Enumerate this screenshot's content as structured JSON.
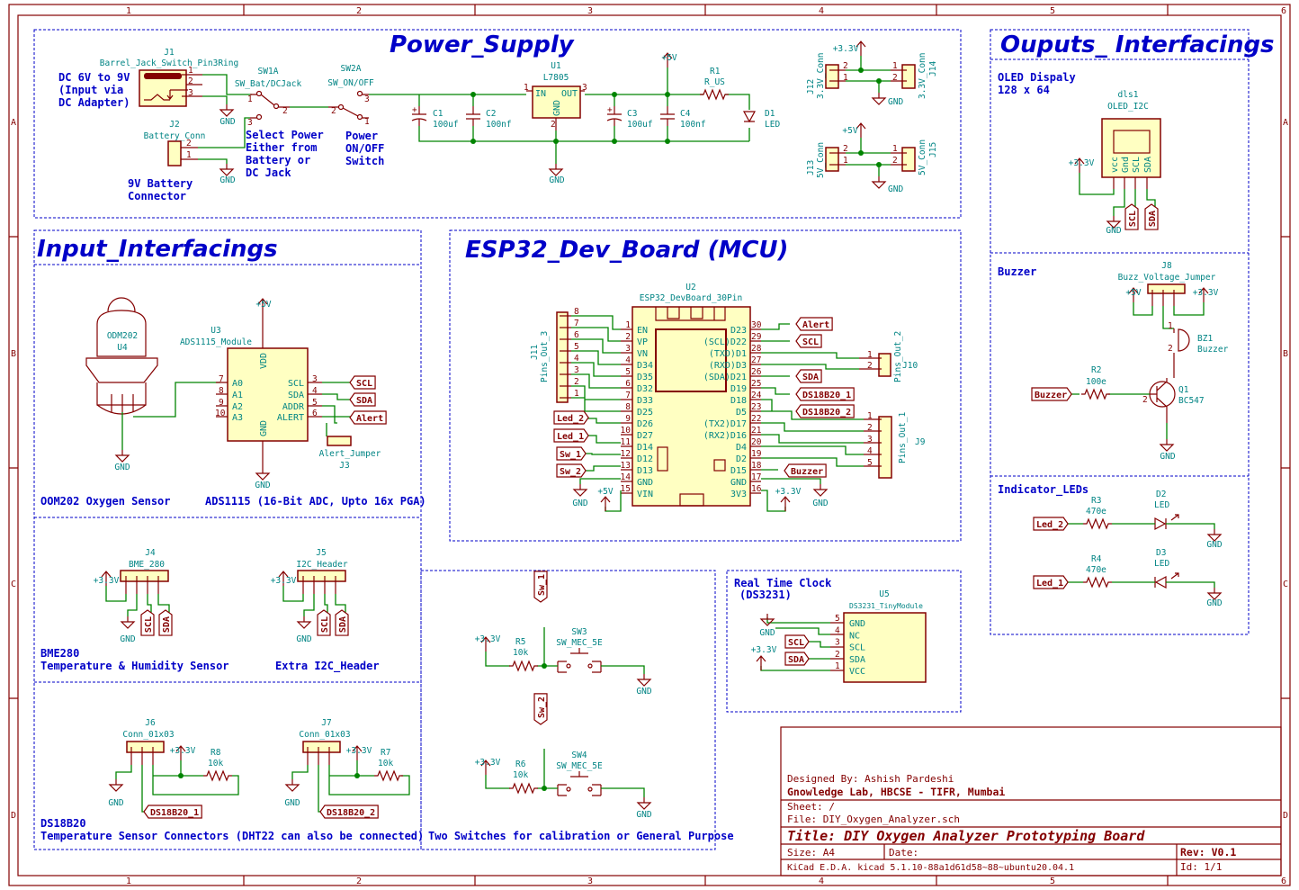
{
  "sheet": {
    "columns": [
      "1",
      "2",
      "3",
      "4",
      "5",
      "6"
    ],
    "rows": [
      "A",
      "B",
      "C",
      "D"
    ],
    "colors": {
      "frame": "#840000",
      "wire": "#008400",
      "text": "#008484",
      "note": "#0000c8",
      "body": "#ffffc2"
    }
  },
  "power": {
    "title": "Power_Supply",
    "j1_ref": "J1",
    "j1_val": "Barrel_Jack_Switch_Pin3Ring",
    "dc_note": [
      "DC 6V to 9V",
      "(Input via",
      "DC Adapter)"
    ],
    "sw1_ref": "SW1A",
    "sw1_val": "SW_Bat/DCJack",
    "sw2_ref": "SW2A",
    "sw2_val": "SW_ON/OFF",
    "j2_ref": "J2",
    "j2_val": "Battery_Conn",
    "select_note": [
      "Select Power",
      "Either from",
      "Battery or",
      "DC Jack"
    ],
    "switch_note": [
      "Power",
      "ON/OFF",
      "Switch"
    ],
    "battery_note": [
      "9V Battery",
      "Connector"
    ],
    "u1_ref": "U1",
    "u1_val": "L7805",
    "u1_in": "IN",
    "u1_out": "OUT",
    "u1_gnd": "GND",
    "c1": [
      "C1",
      "100uf"
    ],
    "c2": [
      "C2",
      "100nf"
    ],
    "c3": [
      "C3",
      "100uf"
    ],
    "c4": [
      "C4",
      "100nf"
    ],
    "r1": [
      "R1",
      "R_US"
    ],
    "d1": [
      "D1",
      "LED"
    ],
    "plus5": "+5V",
    "plus33": "+3.3V",
    "gnd": "GND",
    "j12": [
      "J12",
      "3.3V_Conn"
    ],
    "j14": [
      "J14",
      "3.3V_Conn"
    ],
    "j13": [
      "J13",
      "5V_Conn"
    ],
    "j15": [
      "J15",
      "5V_Conn"
    ]
  },
  "outputs": {
    "title": "Ouputs_ Interfacings",
    "oled_note": [
      "OLED Dispaly",
      "128 x 64"
    ],
    "oled_ref": "dls1",
    "oled_val": "OLED_I2C",
    "oled_pins": [
      "vcc",
      "Gnd",
      "SCL",
      "SDA"
    ],
    "buzzer_note": "Buzzer",
    "j8": [
      "J8",
      "Buzz_Voltage_Jumper"
    ],
    "bz1": [
      "BZ1",
      "Buzzer"
    ],
    "r2": [
      "R2",
      "100e"
    ],
    "q1": [
      "Q1",
      "BC547"
    ],
    "leds_note": "Indicator_LEDs",
    "r3": [
      "R3",
      "470e"
    ],
    "d2": [
      "D2",
      "LED"
    ],
    "r4": [
      "R4",
      "470e"
    ],
    "d3": [
      "D3",
      "LED"
    ]
  },
  "input": {
    "title": "Input_Interfacings",
    "sensor_ref": [
      "ODM202",
      "U4"
    ],
    "u3_ref": "U3",
    "u3_val": "ADS1115_Module",
    "u3_left": [
      "A0",
      "A1",
      "A2",
      "A3"
    ],
    "u3_left_nums": [
      "7",
      "8",
      "9",
      "10"
    ],
    "u3_right": [
      "SCL",
      "SDA",
      "ADDR",
      "ALERT"
    ],
    "u3_right_nums": [
      "3",
      "4",
      "5",
      "6"
    ],
    "u3_vdd": "VDD",
    "u3_gnd": "GND",
    "j3": [
      "J3",
      "Alert_Jumper"
    ],
    "sensor_note": "OOM202 Oxygen Sensor",
    "adc_note": "ADS1115 (16-Bit ADC, Upto 16x PGA)",
    "j4": [
      "J4",
      "BME_280"
    ],
    "j5": [
      "J5",
      "I2C_Header"
    ],
    "bme_note": [
      "BME280",
      "Temperature & Humidity Sensor"
    ],
    "i2c_note": "Extra I2C_Header",
    "j6": [
      "J6",
      "Conn_01x03"
    ],
    "j7": [
      "J7",
      "Conn_01x03"
    ],
    "r8": [
      "R8",
      "10k"
    ],
    "r7": [
      "R7",
      "10k"
    ],
    "ds_note": [
      "DS18B20",
      "Temperature Sensor Connectors (DHT22 can also be connected)"
    ]
  },
  "switches": {
    "sw3": [
      "SW3",
      "SW_MEC_5E"
    ],
    "sw4": [
      "SW4",
      "SW_MEC_5E"
    ],
    "r5": [
      "R5",
      "10k"
    ],
    "r6": [
      "R6",
      "10k"
    ],
    "note": "Two Switches for calibration or General Purpose"
  },
  "mcu": {
    "title": "ESP32_Dev_Board (MCU)",
    "u2_ref": "U2",
    "u2_val": "ESP32_DevBoard_30Pin",
    "left_pins": [
      "EN",
      "VP",
      "VN",
      "D34",
      "D35",
      "D32",
      "D33",
      "D25",
      "D26",
      "D27",
      "D14",
      "D12",
      "D13",
      "GND",
      "VIN"
    ],
    "left_nums": [
      "1",
      "2",
      "3",
      "4",
      "5",
      "6",
      "7",
      "8",
      "9",
      "10",
      "11",
      "12",
      "13",
      "14",
      "15"
    ],
    "right_pins": [
      "D23",
      "(SCL)D22",
      "(TXD)D1",
      "(RXD)D3",
      "(SDA)D21",
      "D19",
      "D18",
      "D5",
      "(TX2)D17",
      "(RX2)D16",
      "D4",
      "D2",
      "D15",
      "GND",
      "3V3"
    ],
    "right_nums": [
      "30",
      "29",
      "28",
      "27",
      "26",
      "25",
      "24",
      "23",
      "22",
      "21",
      "20",
      "19",
      "18",
      "17",
      "16"
    ],
    "j11": [
      "J11",
      "Pins_Out_3"
    ],
    "j11_pins": [
      "8",
      "7",
      "6",
      "5",
      "4",
      "3",
      "2",
      "1"
    ],
    "j10": [
      "J10",
      "Pins_Out_2"
    ],
    "j9": [
      "J9",
      "Pins_Out_1"
    ]
  },
  "rtc": {
    "note": [
      "Real Time Clock",
      "(DS3231)"
    ],
    "u5_ref": "U5",
    "u5_val": "DS3231_TinyModule",
    "pins": [
      "GND",
      "NC",
      "SCL",
      "SDA",
      "VCC"
    ],
    "nums": [
      "5",
      "4",
      "3",
      "2",
      "1"
    ]
  },
  "labels": {
    "scl": "SCL",
    "sda": "SDA",
    "alert": "Alert",
    "ds1": "DS18B20_1",
    "ds2": "DS18B20_2",
    "buzzer": "Buzzer",
    "led1": "Led_1",
    "led2": "Led_2",
    "sw1": "Sw_1",
    "sw2": "Sw_2"
  },
  "title_block": {
    "designer": "Designed By: Ashish Pardeshi",
    "org": "Gnowledge Lab, HBCSE - TIFR, Mumbai",
    "sheet": "Sheet: /",
    "file": "File: DIY_Oxygen_Analyzer.sch",
    "title": "Title: DIY Oxygen Analyzer Prototyping Board",
    "size": "Size: A4",
    "date": "Date:",
    "rev": "Rev: V0.1",
    "tool": "KiCad E.D.A.  kicad 5.1.10-88a1d61d58~88~ubuntu20.04.1",
    "id": "Id: 1/1"
  }
}
